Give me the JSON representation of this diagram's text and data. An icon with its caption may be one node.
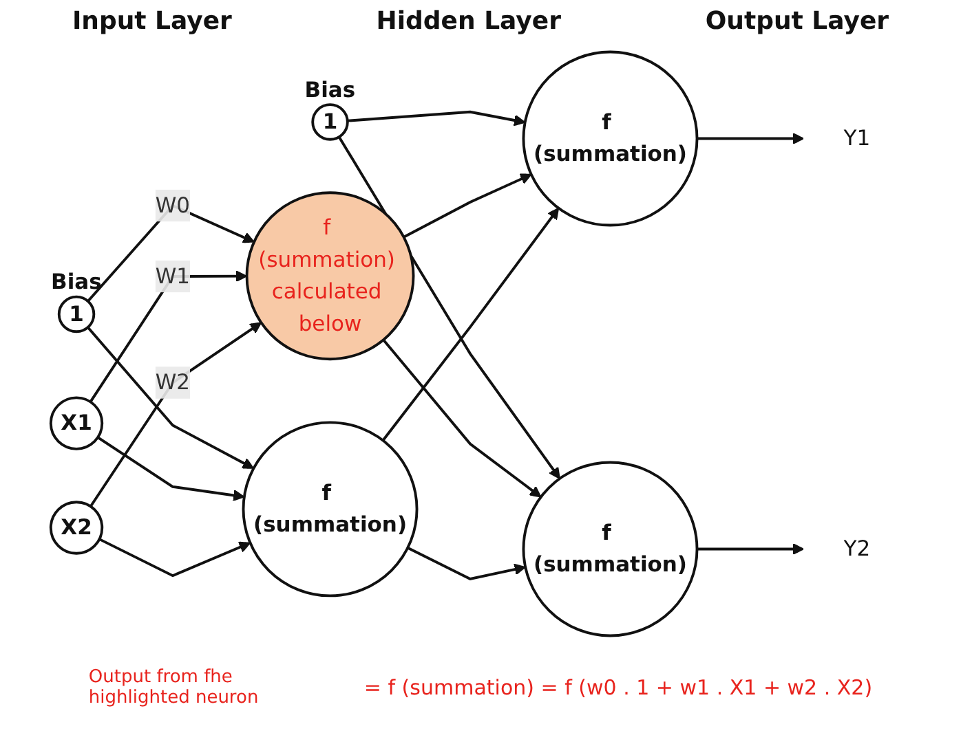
{
  "diagram": {
    "nodes": [
      {
        "text": [
          "1"
        ],
        "beside": [
          "Bias"
        ]
      },
      {
        "text": [
          "X1"
        ]
      },
      {
        "text": [
          "X2"
        ]
      },
      {
        "text": [
          "1"
        ],
        "beside": [
          "Bias"
        ]
      },
      {
        "text": [
          "f (summation) calculated below"
        ]
      },
      {
        "text": [
          "f (summation)"
        ]
      },
      {
        "text": [
          "f (summation)"
        ]
      },
      {
        "text": [
          "f (summation)"
        ]
      },
      {
        "text": [
          "Y1"
        ]
      },
      {
        "text": [
          "Y2"
        ]
      }
    ],
    "edges": [
      {
        "from": 0,
        "to": 4,
        "arrow": "to",
        "label": "W0"
      },
      {
        "from": 0,
        "to": 5,
        "arrow": "to"
      },
      {
        "from": 1,
        "to": 4,
        "arrow": "to",
        "label": "W1"
      },
      {
        "from": 1,
        "to": 5,
        "arrow": "to"
      },
      {
        "from": 2,
        "to": 4,
        "arrow": "to",
        "label": "W2"
      },
      {
        "from": 2,
        "to": 5,
        "arrow": "to"
      },
      {
        "from": 3,
        "to": 6,
        "arrow": "to"
      },
      {
        "from": 3,
        "to": 7,
        "arrow": "to"
      },
      {
        "from": 4,
        "to": 6,
        "arrow": "to"
      },
      {
        "from": 4,
        "to": 7,
        "arrow": "to"
      },
      {
        "from": 5,
        "to": 6,
        "arrow": "to"
      },
      {
        "from": 5,
        "to": 7,
        "arrow": "to"
      },
      {
        "from": 6,
        "to": 8,
        "arrow": "to"
      },
      {
        "from": 7,
        "to": 9,
        "arrow": "to"
      }
    ],
    "labels": [
      "Input Layer",
      "Hidden Layer",
      "Output Layer",
      "Output from fhe highlighted neuron",
      "= f (summation) = f (w0 . 1 + w1 . X1 + w2 . X2)"
    ]
  }
}
